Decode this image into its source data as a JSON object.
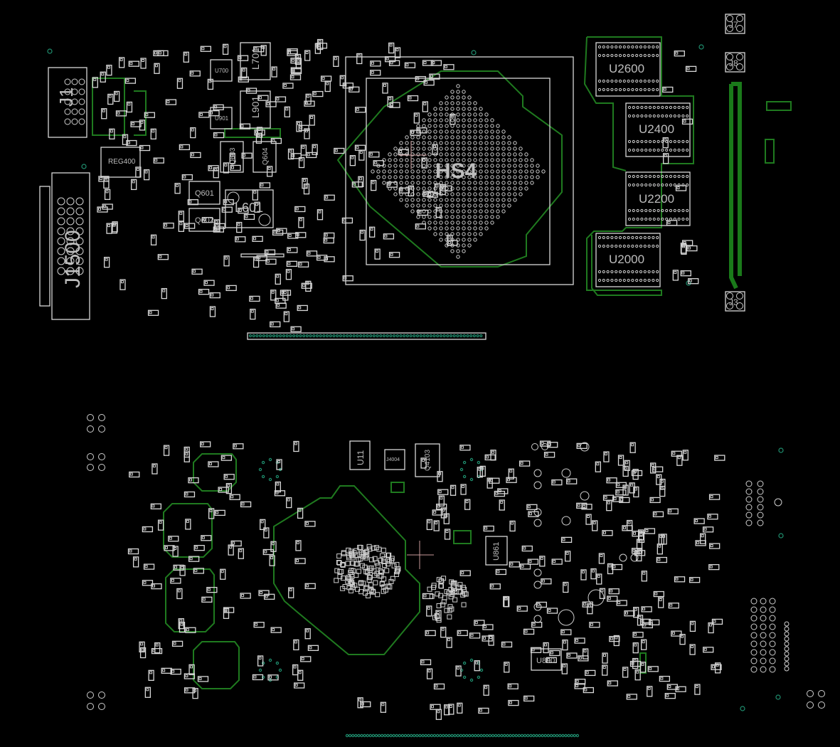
{
  "board": {
    "top_side": {
      "connectors": {
        "J1": "J1",
        "J1500": "J1500",
        "J7": "J7",
        "J8": "J8",
        "J3": "J3"
      },
      "regulators": {
        "REG400": "REG400"
      },
      "ics": {
        "U700": "U700",
        "U901": "U901"
      },
      "inductors": {
        "L701": "L701",
        "L901": "L901",
        "L601": "L601"
      },
      "mosfets": {
        "Q601": "Q601",
        "Q602": "Q602",
        "Q603": "Q603",
        "Q604": "Q604"
      },
      "heatsink": "HS4",
      "memory": {
        "U2600": "U2600",
        "U2400": "U2400",
        "U2200": "U2200",
        "U2000": "U2000"
      }
    },
    "bottom_side": {
      "ics": {
        "U11": "U11",
        "U861": "U861",
        "U800": "U800"
      },
      "parts": {
        "J4004": "J4004",
        "Q4103": "Q4103"
      }
    },
    "colors": {
      "background": "#000000",
      "silkscreen": "#d8d8d8",
      "copper": "#1f7a1f",
      "via": "#1f8f6f",
      "cursor": "#c89a9a"
    }
  }
}
